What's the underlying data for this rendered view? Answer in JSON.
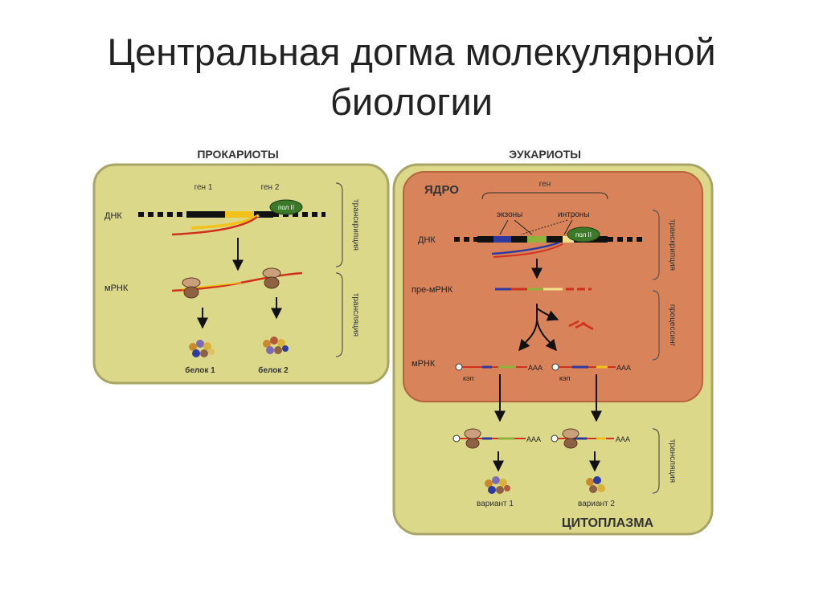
{
  "slide": {
    "title_line1": "Центральная догма молекулярной",
    "title_line2": "биологии"
  },
  "prokaryotes": {
    "heading": "ПРОКАРИОТЫ",
    "gene1": "ген 1",
    "gene2": "ген 2",
    "polymerase": "пол II",
    "dna": "ДНК",
    "mrna": "мРНК",
    "protein1": "белок 1",
    "protein2": "белок 2",
    "transcription": "транскрипция",
    "translation": "трансляция"
  },
  "eukaryotes": {
    "heading": "ЭУКАРИОТЫ",
    "nucleus": "ЯДРО",
    "gene": "ген",
    "exons": "экзоны",
    "introns": "интроны",
    "polymerase": "пол II",
    "dna": "ДНК",
    "pre_mrna": "пре-мРНК",
    "mrna": "мРНК",
    "cap1": "кэп",
    "cap2": "кэп",
    "polya1": "AAA",
    "polya2": "AAA",
    "polya3": "AAA",
    "polya4": "AAA",
    "variant1": "вариант 1",
    "variant2": "вариант 2",
    "cytoplasm": "ЦИТОПЛАЗМА",
    "transcription": "транскрипция",
    "processing": "процессинг",
    "translation": "трансляция"
  },
  "colors": {
    "cell_fill": "#DCD88A",
    "cell_border": "#A9A566",
    "nucleus_fill": "#D9835A",
    "dna": "#111111",
    "gene_yellow": "#F2C21A",
    "exon_blue": "#2E3B9E",
    "exon_green": "#8DB33A",
    "rna_red": "#D0311D",
    "polymerase": "#3C7A2A"
  }
}
